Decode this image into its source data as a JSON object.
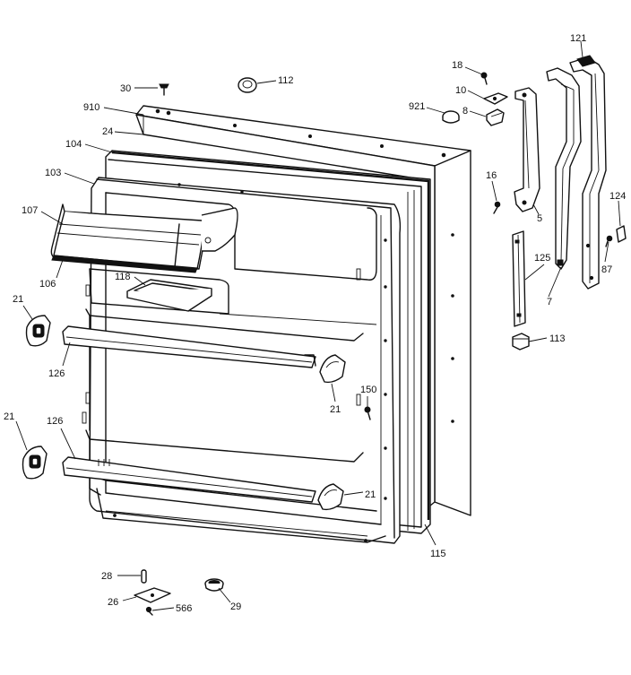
{
  "callouts": {
    "c121": "121",
    "c18": "18",
    "c10": "10",
    "c30": "30",
    "c112": "112",
    "c910": "910",
    "c921": "921",
    "c8": "8",
    "c24": "24",
    "c104": "104",
    "c103": "103",
    "c16": "16",
    "c5": "5",
    "c124": "124",
    "c107": "107",
    "c87": "87",
    "c125": "125",
    "c118": "118",
    "c7": "7",
    "c106": "106",
    "c21a": "21",
    "c113": "113",
    "c126a": "126",
    "c150": "150",
    "c21b": "21",
    "c21c": "21",
    "c126b": "126",
    "c21d": "21",
    "c115": "115",
    "c28": "28",
    "c26": "26",
    "c29": "29",
    "c566": "566"
  }
}
